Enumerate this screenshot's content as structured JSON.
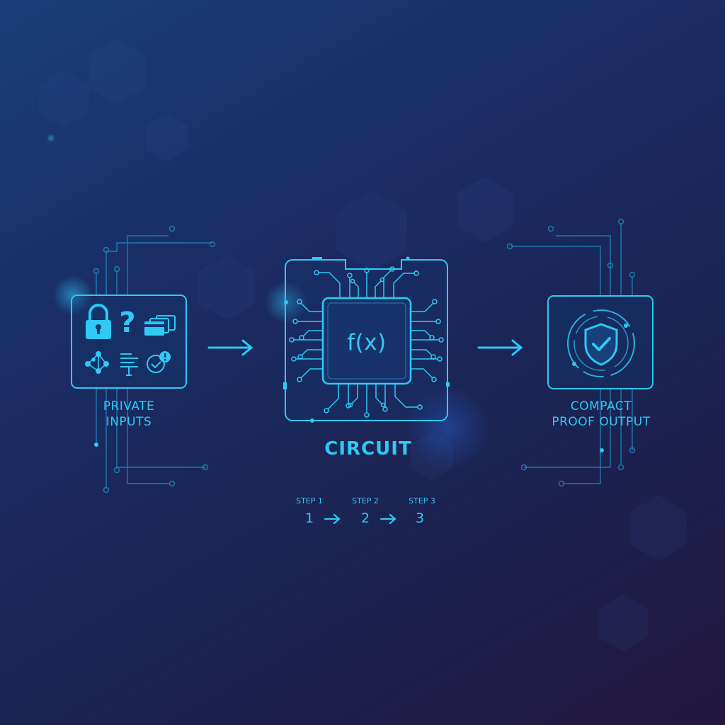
{
  "colors": {
    "accent": "#2ec9f5",
    "accent_dim": "#1f8fc4",
    "background_top": "#1a3f78",
    "background_bottom": "#231640"
  },
  "stages": [
    {
      "id": "private-inputs",
      "label_lines": [
        "PRIVATE",
        "INPUTS"
      ],
      "icons": [
        "lock-icon",
        "question-mark-icon",
        "cards-icon",
        "network-graph-icon",
        "document-lines-icon",
        "clock-alert-icon"
      ]
    },
    {
      "id": "circuit",
      "label": "CIRCUIT",
      "chip_text": "f(x)",
      "icons": [
        "circuit-chip-icon"
      ]
    },
    {
      "id": "compact-proof-output",
      "label_lines": [
        "COMPACT",
        "PROOF OUTPUT"
      ],
      "icons": [
        "shield-check-icon"
      ]
    }
  ],
  "steps": {
    "labels": [
      "STEP 1",
      "STEP 2",
      "STEP 3"
    ],
    "numbers": [
      "1",
      "2",
      "3"
    ]
  }
}
